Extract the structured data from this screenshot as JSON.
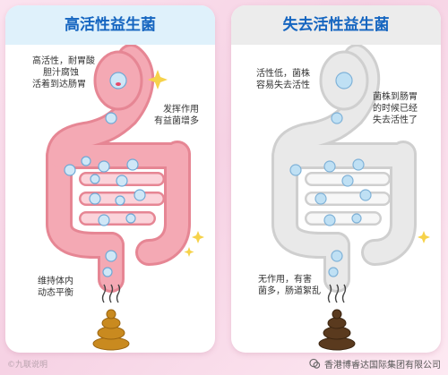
{
  "colors": {
    "title_blue": "#1565c0",
    "intestine_pink": "#f4a9b4",
    "intestine_gray": "#e6e6e6",
    "bacteria_blue": "#a9d3ef",
    "sparkle_yellow": "#f6d24a",
    "stool_orange": "#c98a1f",
    "stool_brown": "#5a3a1e"
  },
  "left_panel": {
    "title": "高活性益生菌",
    "labels": {
      "top_left": [
        "高活性，耐胃酸",
        "胆汁腐蚀",
        "活着到达肠胃"
      ],
      "mid_right": [
        "发挥作用",
        "有益菌增多"
      ],
      "bottom_left": [
        "维持体内",
        "动态平衡"
      ]
    },
    "icons": [
      "intestine-icon",
      "happy-bacteria-icon",
      "sparkle-icon",
      "stool-icon",
      "odor-lines-icon"
    ]
  },
  "right_panel": {
    "title": "失去活性益生菌",
    "labels": {
      "top_left": [
        "活性低，菌株",
        "容易失去活性"
      ],
      "mid_right": [
        "菌株到肠胃",
        "的时候已经",
        "失去活性了"
      ],
      "bottom_left": [
        "无作用，有害",
        "菌多，肠道絮乱"
      ]
    },
    "icons": [
      "intestine-icon",
      "sad-bacteria-icon",
      "sparkle-icon",
      "stool-icon",
      "odor-lines-icon"
    ]
  },
  "watermarks": {
    "left": "©九联说明",
    "right": "香港博睿达国际集团有限公司"
  }
}
